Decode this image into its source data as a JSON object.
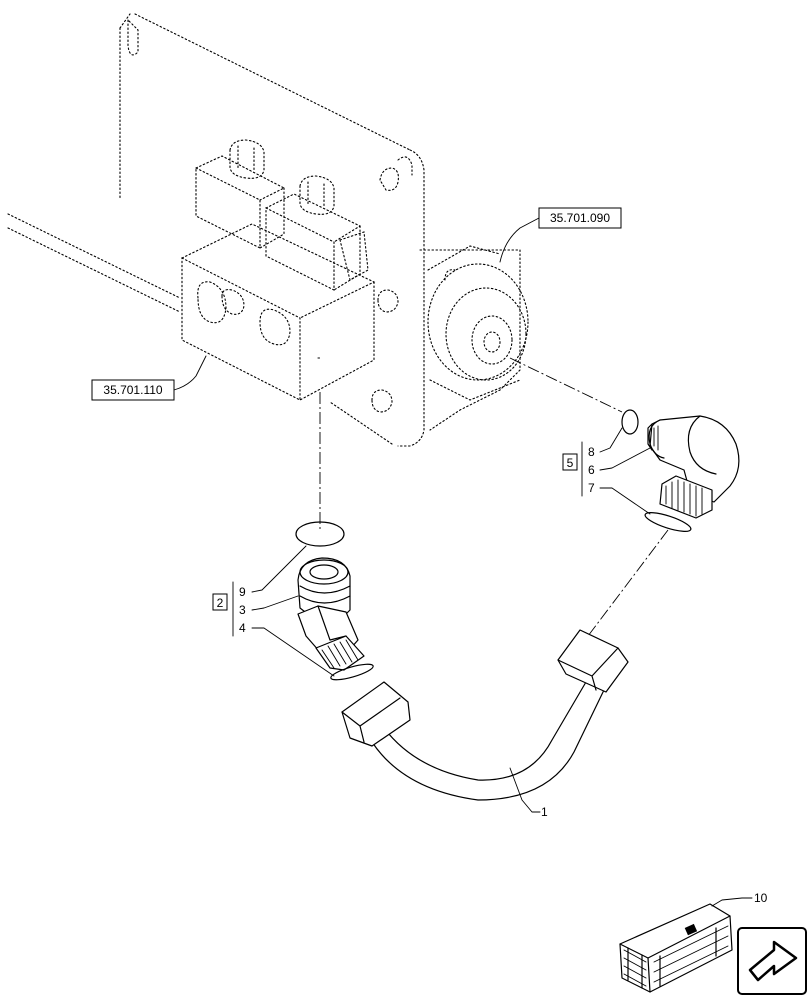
{
  "references": {
    "ref_motor": "35.701.090",
    "ref_valve": "35.701.110"
  },
  "callouts": {
    "kit_right": "5",
    "kit_left": "2",
    "item_8": "8",
    "item_6": "6",
    "item_7": "7",
    "item_9": "9",
    "item_3": "3",
    "item_4": "4",
    "item_1": "1",
    "item_10": "10"
  },
  "icons": {
    "next_page": "next-page-arrow-icon",
    "kit_box": "crate-icon"
  }
}
